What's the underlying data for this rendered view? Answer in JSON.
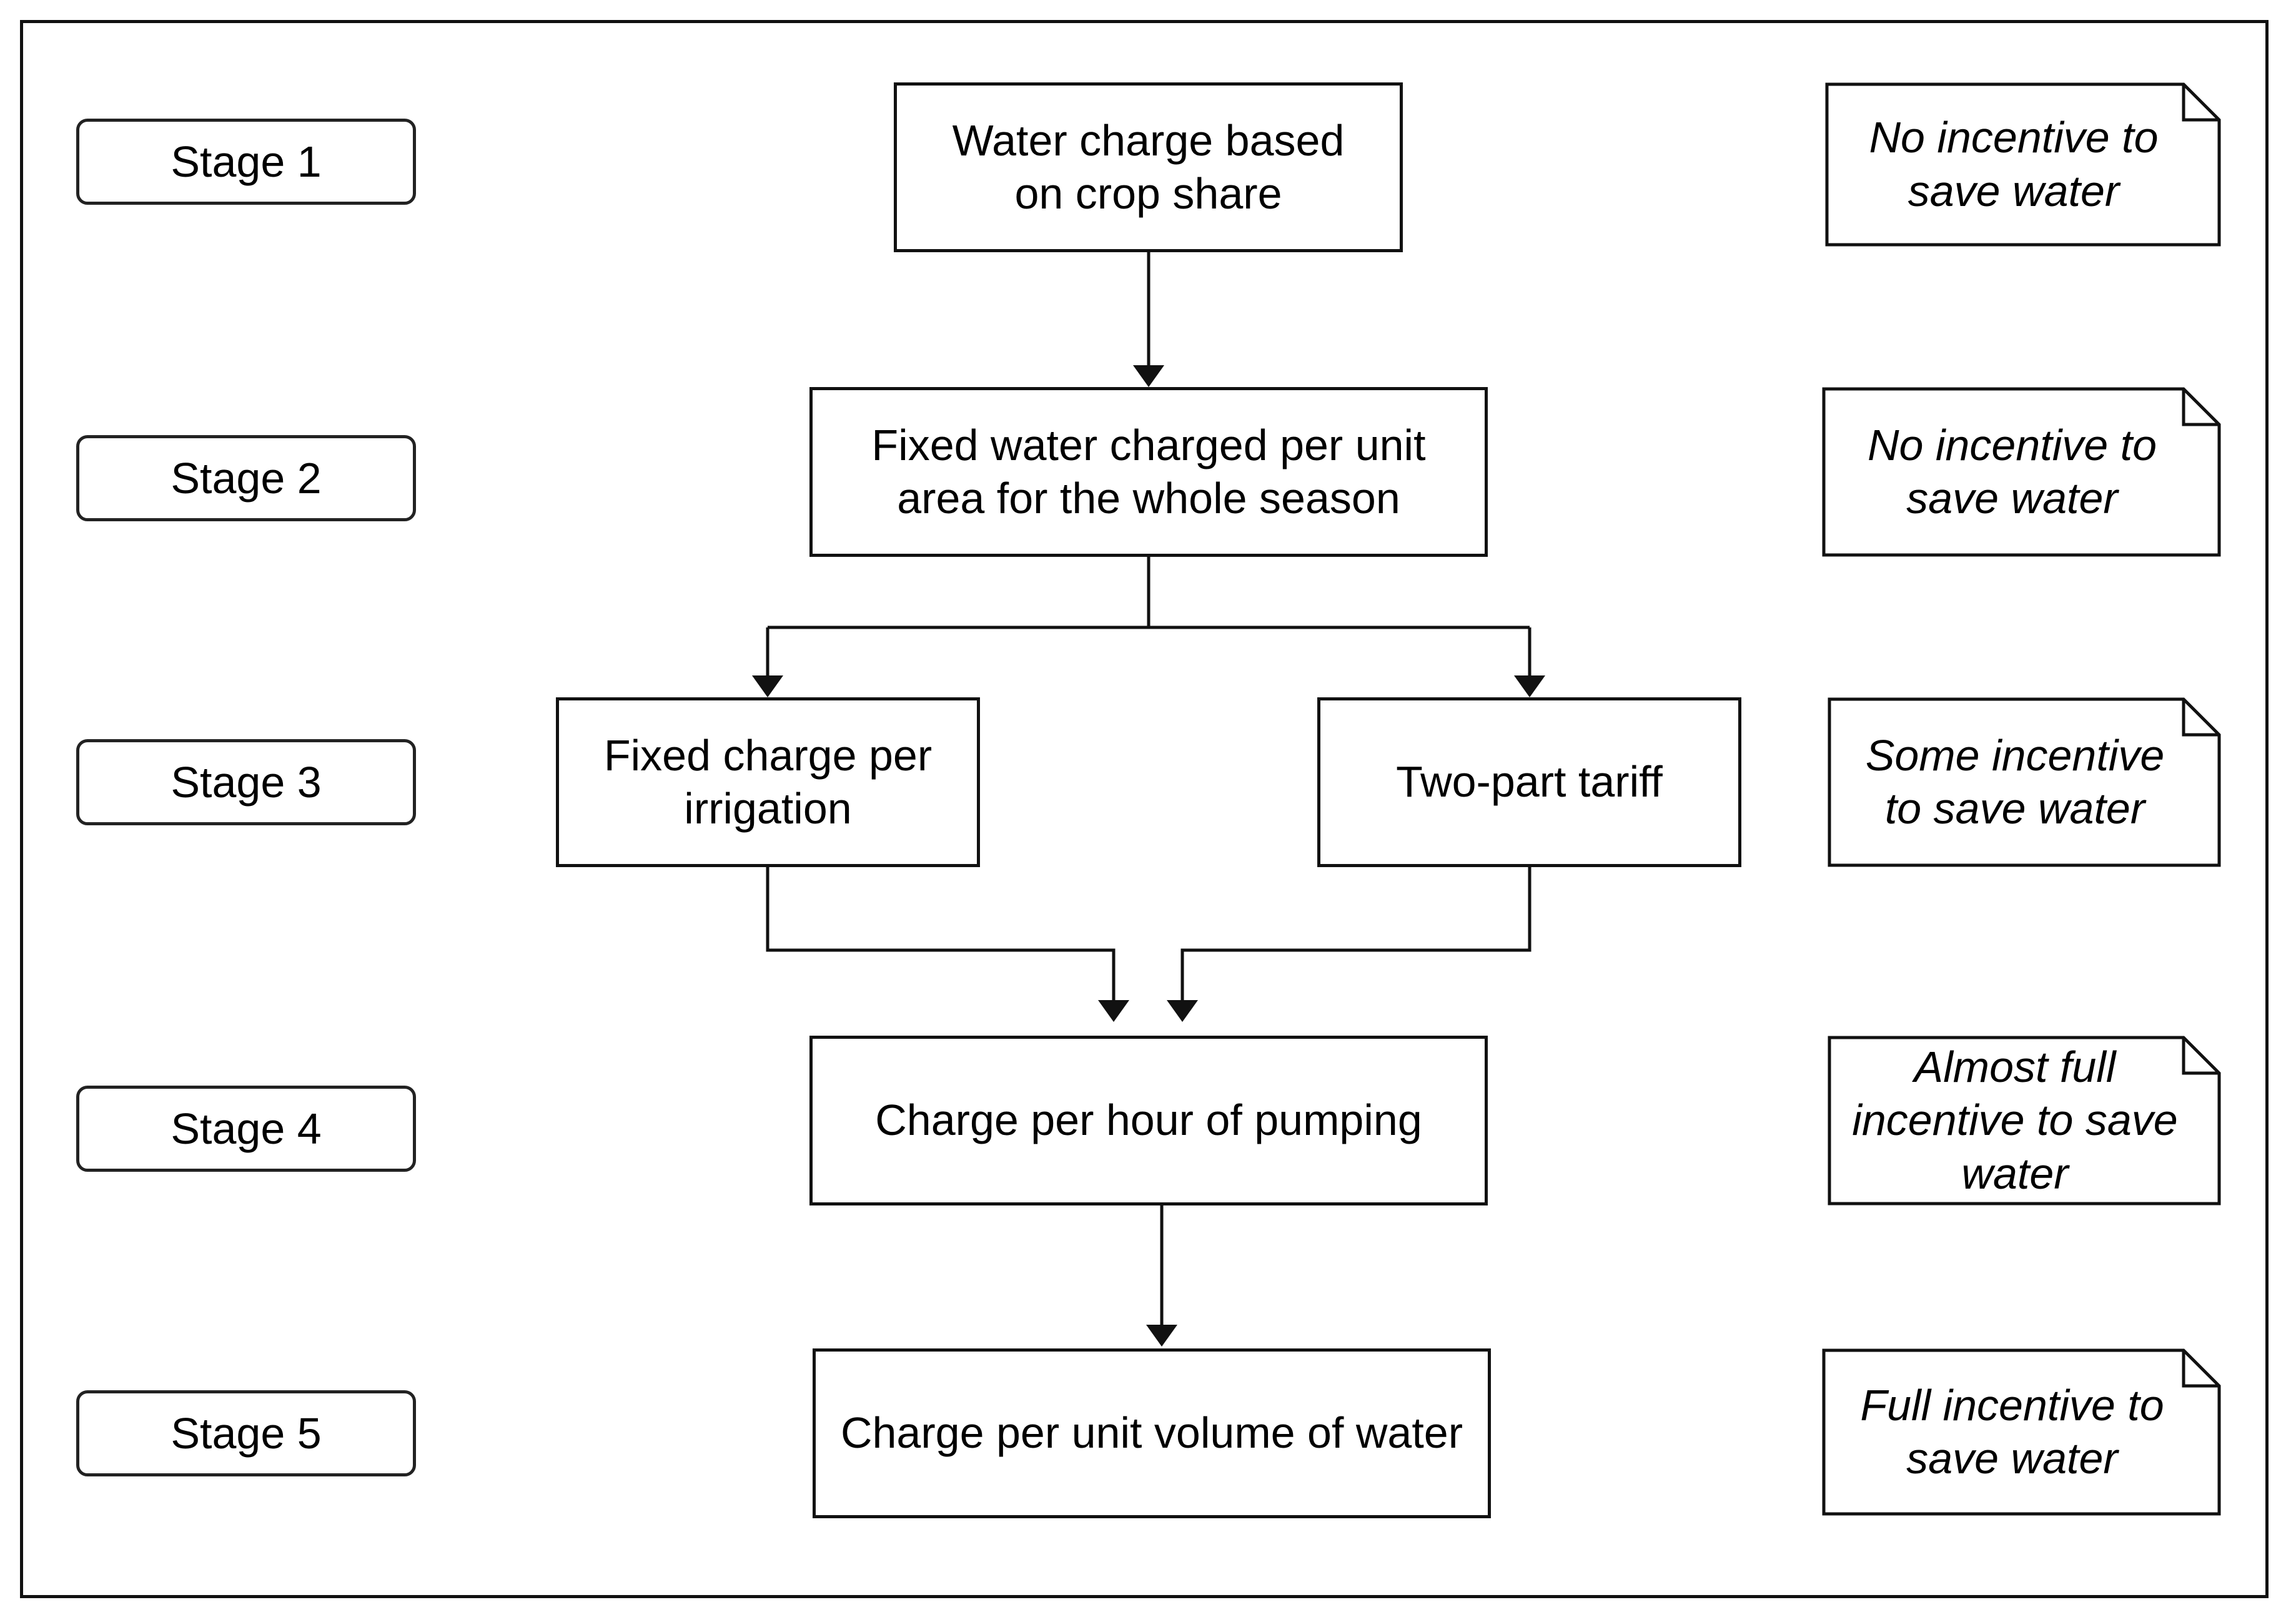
{
  "stages": [
    "Stage 1",
    "Stage 2",
    "Stage 3",
    "Stage 4",
    "Stage 5"
  ],
  "boxes": {
    "crop_share": "Water charge based\non crop share",
    "fixed_area": "Fixed water charged per unit\narea for the whole season",
    "fixed_irrigation": "Fixed charge per\nirrigation",
    "two_part": "Two-part tariff",
    "per_hour": "Charge per hour of pumping",
    "per_volume": "Charge per unit volume of water"
  },
  "notes": [
    "No incentive to\nsave water",
    "No incentive to\nsave water",
    "Some incentive\nto save water",
    "Almost full\nincentive to save\nwater",
    "Full incentive to\nsave water"
  ]
}
